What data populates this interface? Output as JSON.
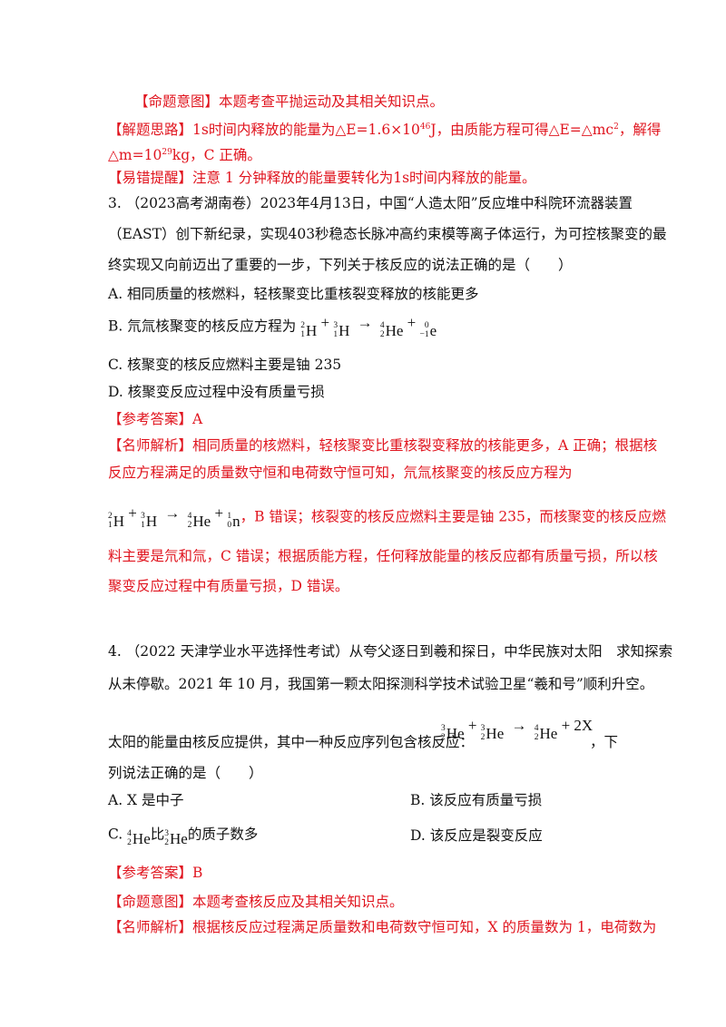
{
  "p1": {
    "intent": "【命题意图】本题考查平抛运动及其相关知识点。",
    "idea_a": "【解题思路】1s时间内释放的能量为△E=1.6×10",
    "idea_exp1": "46",
    "idea_b": "J，由质能方程可得△E=△mc",
    "idea_exp2": "2",
    "idea_c": "，解得",
    "idea2_a": "△m=10",
    "idea2_exp": "29",
    "idea2_b": "kg，C 正确。",
    "tip": "【易错提醒】注意 1 分钟释放的能量要转化为1s时间内释放的能量。"
  },
  "q3": {
    "line1": "3. （2023高考湖南卷）2023年4月13日，中国“人造太阳”反应堆中科院环流器装置",
    "line2": "（EAST）创下新纪录，实现403秒稳态长脉冲高约束模等离子体运行，为可控核聚变的最",
    "line3": "终实现又向前迈出了重要的一步，下列关于核反应的说法正确的是（　　）",
    "optA": "A. 相同质量的核燃料，轻核聚变比重核裂变释放的核能更多",
    "optB_text": "B. 氘氚核聚变的核反应方程为",
    "optC": "C. 核聚变的核反应燃料主要是铀 235",
    "optD": "D. 核聚变反应过程中没有质量亏损",
    "answer": "【参考答案】A",
    "exp1": "【名师解析】相同质量的核燃料，轻核聚变比重核裂变释放的核能更多，A 正确；根据核",
    "exp2": "反应方程满足的质量数守恒和电荷数守恒可知，氘氚核聚变的核反应方程为",
    "exp3_after": "，B 错误；核裂变的核反应燃料主要是铀 235，而核聚变的核反应燃",
    "exp4": "料主要是氘和氚，C 错误；根据质能方程，任何释放能量的核反应都有质量亏损，所以核",
    "exp5": "聚变反应过程中有质量亏损，D 错误。"
  },
  "q4": {
    "line1": "4. （2022 天津学业水平选择性考试）从夸父逐日到羲和探日，中华民族对太阳　求知探索",
    "line2": "从未停歇。2021 年 10 月，我国第一颗太阳探测科学技术试验卫星“羲和号”顺利升空。",
    "line3": "太阳的能量由核反应提供，其中一种反应序列包含核反应：",
    "line3_end": "，下",
    "line4": "列说法正确的是（　　）",
    "optA": "A. X 是中子",
    "optB": "B. 该反应有质量亏损",
    "optC_pre": "C. ",
    "optC_mid": "比",
    "optC_post": "的质子数多",
    "optD": "D. 该反应是裂变反应",
    "answer": "【参考答案】B",
    "intent": "【命题意图】本题考查核反应及其相关知识点。",
    "exp1": "【名师解析】根据核反应过程满足质量数和电荷数守恒可知，X 的质量数为 1，电荷数为"
  },
  "eq": {
    "H": "H",
    "He": "He",
    "e": "e",
    "n": "n",
    "X": "X",
    "plus": "+",
    "arrow": "→",
    "m2": "2",
    "z1": "1",
    "m3": "3",
    "m4": "4",
    "z2": "2",
    "m0": "0",
    "zm1": "−1",
    "m1": "1",
    "z0": "0",
    "coef": "2"
  }
}
